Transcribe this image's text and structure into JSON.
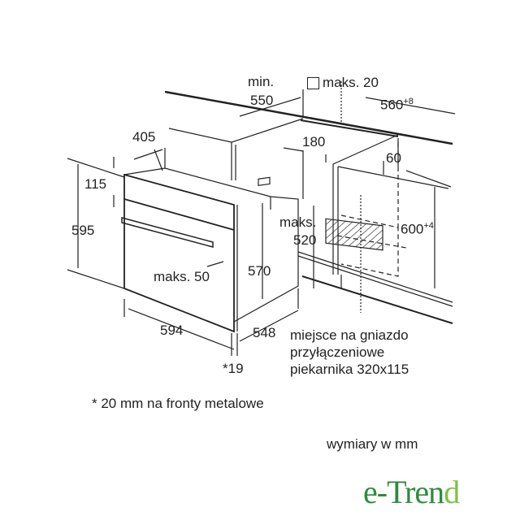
{
  "dimensions": {
    "d_min_label": "min.",
    "d_550": "550",
    "d_maks20": "maks. 20",
    "d_560": "560",
    "d_560_tol": "+8",
    "d_405": "405",
    "d_180": "180",
    "d_60": "60",
    "d_115": "115",
    "d_595": "595",
    "d_maks_label": "maks.",
    "d_520": "520",
    "d_600": "600",
    "d_600_tol": "+4",
    "d_570": "570",
    "d_maks50": "maks. 50",
    "d_594": "594",
    "d_548": "548",
    "d_19": "*19"
  },
  "socket_note": [
    "miejsce na gniazdo",
    "przyłączeniowe",
    "piekarnika 320x115"
  ],
  "footnote": "* 20 mm na fronty metalowe",
  "units_note": "wymiary w mm",
  "logo": {
    "text_main": "e-Tren",
    "text_tail": "d",
    "color": "#2e8b3a",
    "accent": "#7cc242"
  }
}
